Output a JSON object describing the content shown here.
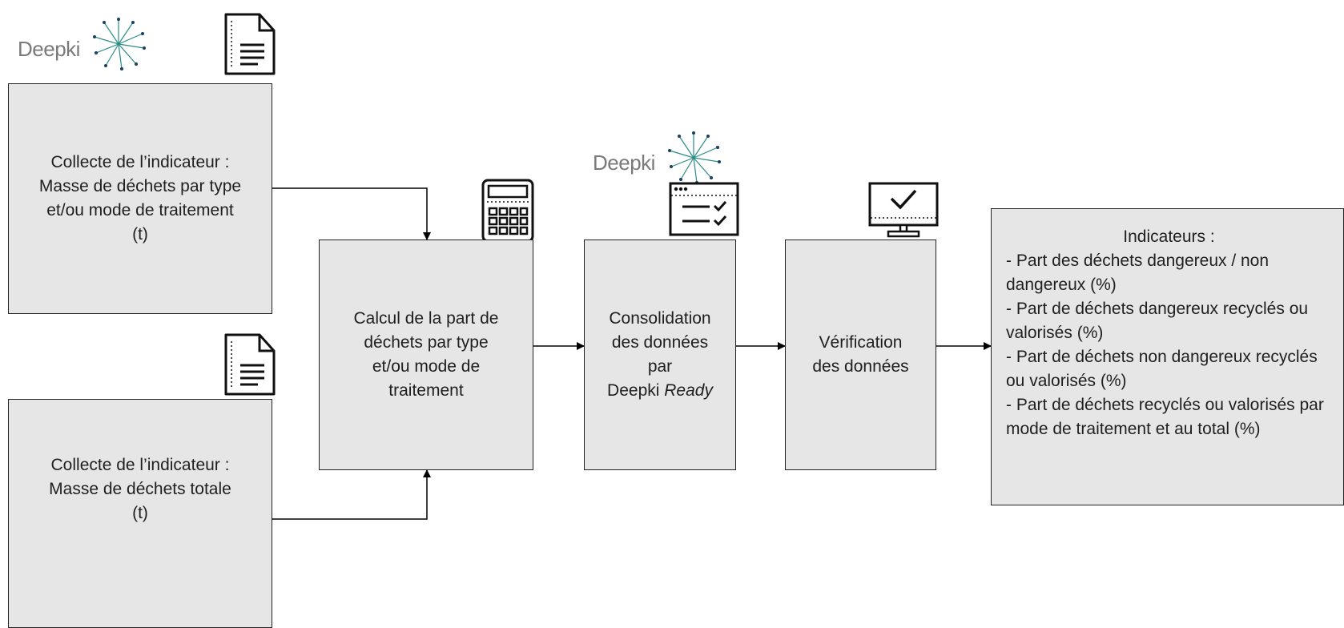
{
  "logos": {
    "top_left": "Deepki",
    "middle": "Deepki"
  },
  "boxes": {
    "collect1": {
      "lines": [
        "Collecte de l’indicateur :",
        "Masse de déchets par type",
        "et/ou mode de traitement",
        "(t)"
      ]
    },
    "collect2": {
      "lines": [
        "Collecte de l’indicateur :",
        "Masse de déchets totale",
        "(t)"
      ]
    },
    "calcul": {
      "lines": [
        "Calcul de la part de",
        "déchets par type",
        "et/ou mode de",
        "traitement"
      ]
    },
    "consolidation": {
      "lines": [
        "Consolidation",
        "des données",
        "par"
      ],
      "last_prefix": "Deepki ",
      "last_italic": "Ready"
    },
    "verification": {
      "lines": [
        "Vérification",
        "des données"
      ]
    },
    "indicateurs": {
      "title": "Indicateurs",
      "title_suffix": " :",
      "items": [
        "- Part des déchets dangereux / non dangereux (%)",
        "- Part de déchets dangereux recyclés ou valorisés (%)",
        "- Part de déchets non dangereux recyclés ou valorisés (%)",
        "- Part de déchets recyclés ou valorisés par mode de traitement et au total (%)"
      ]
    }
  },
  "icons": {
    "document_1": "document-icon",
    "document_2": "document-icon",
    "calculator": "calculator-icon",
    "checklist": "checklist-window-icon",
    "monitor": "monitor-check-icon"
  }
}
